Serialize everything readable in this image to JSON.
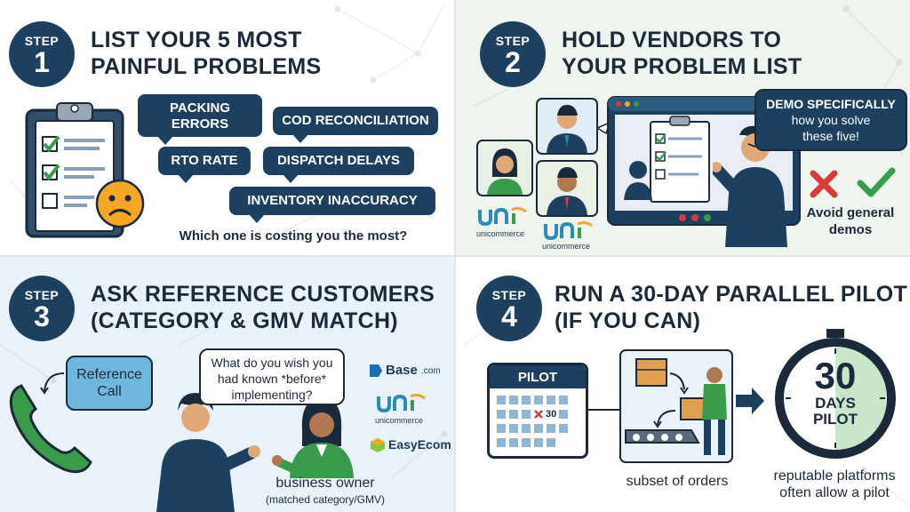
{
  "colors": {
    "navy": "#1d4060",
    "green": "#3a9a4c",
    "teal": "#2a8bb8",
    "orange": "#f5a623",
    "red": "#d93a3a"
  },
  "step1": {
    "step_label": "STEP",
    "step_number": "1",
    "title_line1": "LIST YOUR 5 MOST",
    "title_line2": "PAINFUL PROBLEMS",
    "tags": {
      "packing_line1": "PACKING",
      "packing_line2": "ERRORS",
      "cod": "COD RECONCILIATION",
      "rto": "RTO RATE",
      "dispatch": "DISPATCH DELAYS",
      "inventory": "INVENTORY INACCURACY"
    },
    "question": "Which one is costing you the most?",
    "icons": [
      "clipboard-checklist-icon",
      "sad-face-icon"
    ]
  },
  "step2": {
    "step_label": "STEP",
    "step_number": "2",
    "title_line1": "HOLD VENDORS TO",
    "title_line2": "YOUR PROBLEM LIST",
    "speech_line1": "DEMO SPECIFICALLY",
    "speech_line2": "how you solve",
    "speech_line3": "these five!",
    "avoid_line1": "Avoid general",
    "avoid_line2": "demos",
    "logo_name": "unicommerce",
    "icons": [
      "video-call-window-icon",
      "cross-mark-icon",
      "check-mark-icon",
      "presenter-icon"
    ]
  },
  "step3": {
    "step_label": "STEP",
    "step_number": "3",
    "title_line1": "ASK REFERENCE CUSTOMERS",
    "title_line2": "(CATEGORY & GMV MATCH)",
    "call_line1": "Reference",
    "call_line2": "Call",
    "speech_line1": "What do you wish you",
    "speech_line2": "had known *before*",
    "speech_line3": "implementing?",
    "owner_line1": "business owner",
    "owner_line2": "(matched category/GMV)",
    "brands": {
      "base": "Base",
      "base_suffix": ".com",
      "unicommerce": "unicommerce",
      "easyecom": "EasyEcom"
    },
    "icons": [
      "phone-icon"
    ]
  },
  "step4": {
    "step_label": "STEP",
    "step_number": "4",
    "title_line1": "RUN A 30-DAY PARALLEL PILOT",
    "title_line2": "(IF YOU CAN)",
    "calendar_title": "PILOT",
    "calendar_marked_day": "30",
    "subset_caption": "subset of orders",
    "timer_number": "30",
    "timer_line2": "DAYS",
    "timer_line3": "PILOT",
    "reputable_line1": "reputable platforms",
    "reputable_line2": "often allow a pilot",
    "icons": [
      "calendar-icon",
      "conveyor-icon",
      "arrow-right-icon",
      "stopwatch-icon"
    ]
  }
}
